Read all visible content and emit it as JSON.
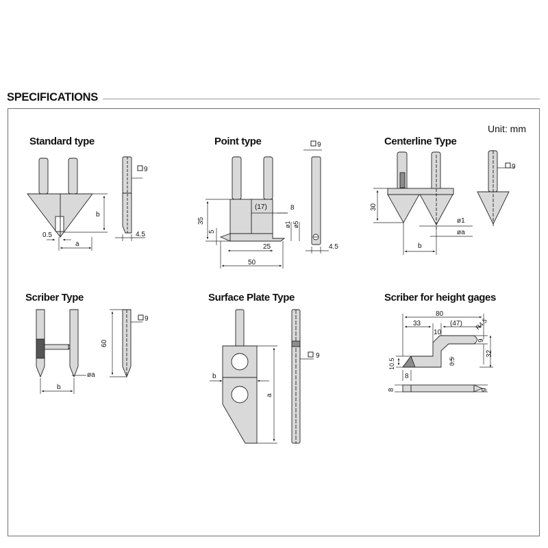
{
  "header": {
    "title": "SPECIFICATIONS"
  },
  "unit": "Unit: mm",
  "panels": {
    "standard": {
      "title": "Standard type",
      "dims": {
        "sq9": "9",
        "b": "b",
        "a": "a",
        "d05": "0.5",
        "d45": "4.5"
      }
    },
    "point": {
      "title": "Point type",
      "dims": {
        "sq9": "9",
        "d17": "(17)",
        "d8": "8",
        "d35": "35",
        "d5": "5",
        "dia1": "ø1",
        "dia5": "ø5",
        "d25": "25",
        "d50": "50",
        "d45": "4.5"
      }
    },
    "centerline": {
      "title": "Centerline Type",
      "dims": {
        "sq9": "9",
        "d30": "30",
        "dia1": "ø1",
        "diaa": "øa",
        "b": "b"
      }
    },
    "scriber": {
      "title": "Scriber Type",
      "dims": {
        "sq9": "9",
        "d60": "60",
        "diaa": "øa",
        "b": "b"
      }
    },
    "surface": {
      "title": "Surface Plate Type",
      "dims": {
        "sq9": "9",
        "b": "b",
        "a": "a"
      }
    },
    "height": {
      "title": "Scriber for height gages",
      "dims": {
        "d80": "80",
        "d33": "33",
        "d47": "(47)",
        "d10": "10",
        "r45": "R4.5",
        "d9a": "9",
        "d32": "32",
        "d105": "10.5",
        "d8a": "8",
        "d05": "0.5",
        "d8b": "8",
        "d9b": "9"
      }
    }
  },
  "colors": {
    "part_fill": "#d9d9d9",
    "part_dark": "#8c8c8c",
    "line": "#222222"
  }
}
